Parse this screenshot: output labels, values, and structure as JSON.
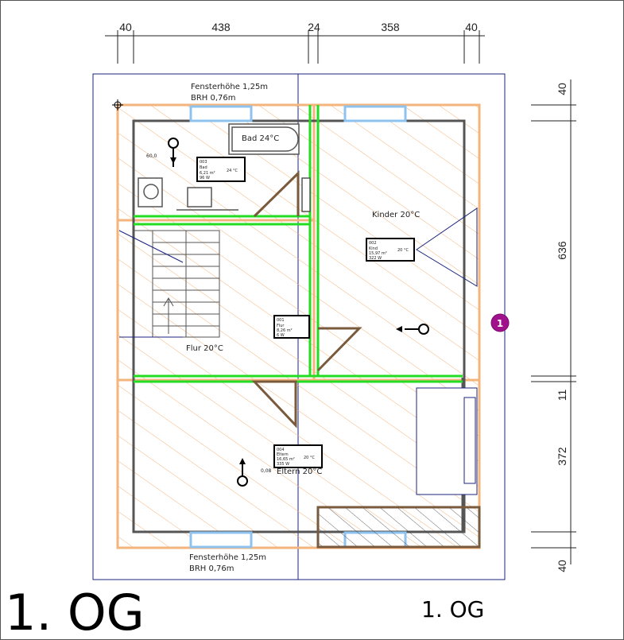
{
  "title_large": "1. OG",
  "title_small": "1. OG",
  "dims_top": [
    "40",
    "438",
    "24",
    "358",
    "40"
  ],
  "dims_right": [
    "40",
    "636",
    "11",
    "372",
    "40"
  ],
  "window_note_top": {
    "height": "Fensterhöhe 1,25m",
    "brh": "BRH 0,76m"
  },
  "window_note_bottom": {
    "height": "Fensterhöhe 1,25m",
    "brh": "BRH 0,76m"
  },
  "rooms": {
    "bad": "Bad 24°C",
    "kinder": "Kinder 20°C",
    "flur": "Flur 20°C",
    "eltern": "Eltern 20°C"
  },
  "small_labels": {
    "bad_left": "60,0",
    "eltern_left": "0,08"
  },
  "marker": {
    "number": "1"
  },
  "colors": {
    "wall": "#555555",
    "hatch": "#f4b57d",
    "outline": "#f4b57d",
    "window": "#8ec3f0",
    "door": "#7a5a3c",
    "green": "#22dd22",
    "marker": "#a0128c",
    "frame": "#1a237e"
  }
}
